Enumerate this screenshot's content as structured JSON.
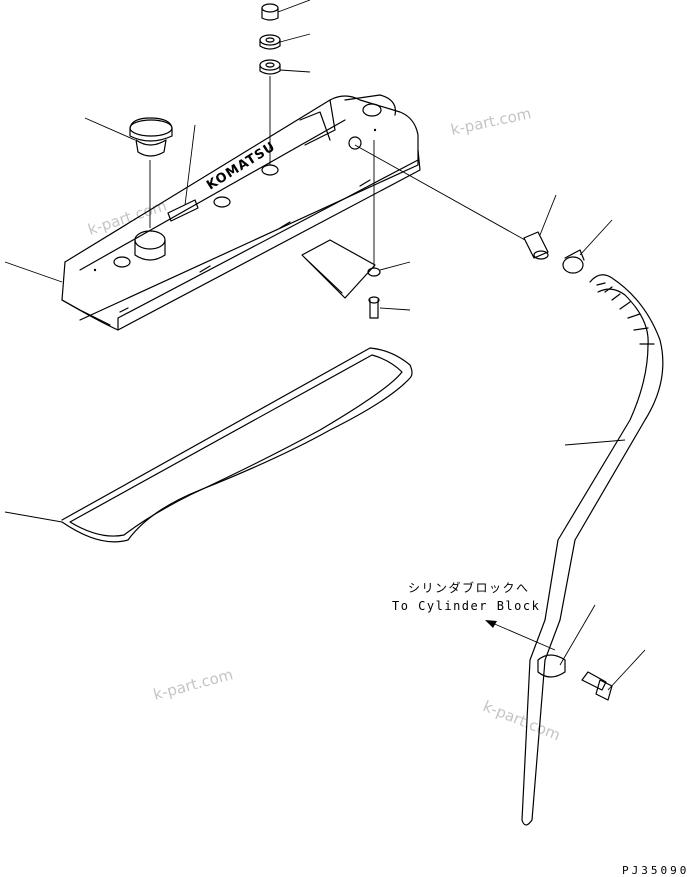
{
  "valve_cover": {
    "brand_text": "KOMATSU"
  },
  "annotation": {
    "line1": "シリンダブロックへ",
    "line2": "To Cylinder Block"
  },
  "watermarks": [
    "k-part.com",
    "k-part.com",
    "k-part.com",
    "k-part.com"
  ],
  "drawing_code": "PJ35090"
}
